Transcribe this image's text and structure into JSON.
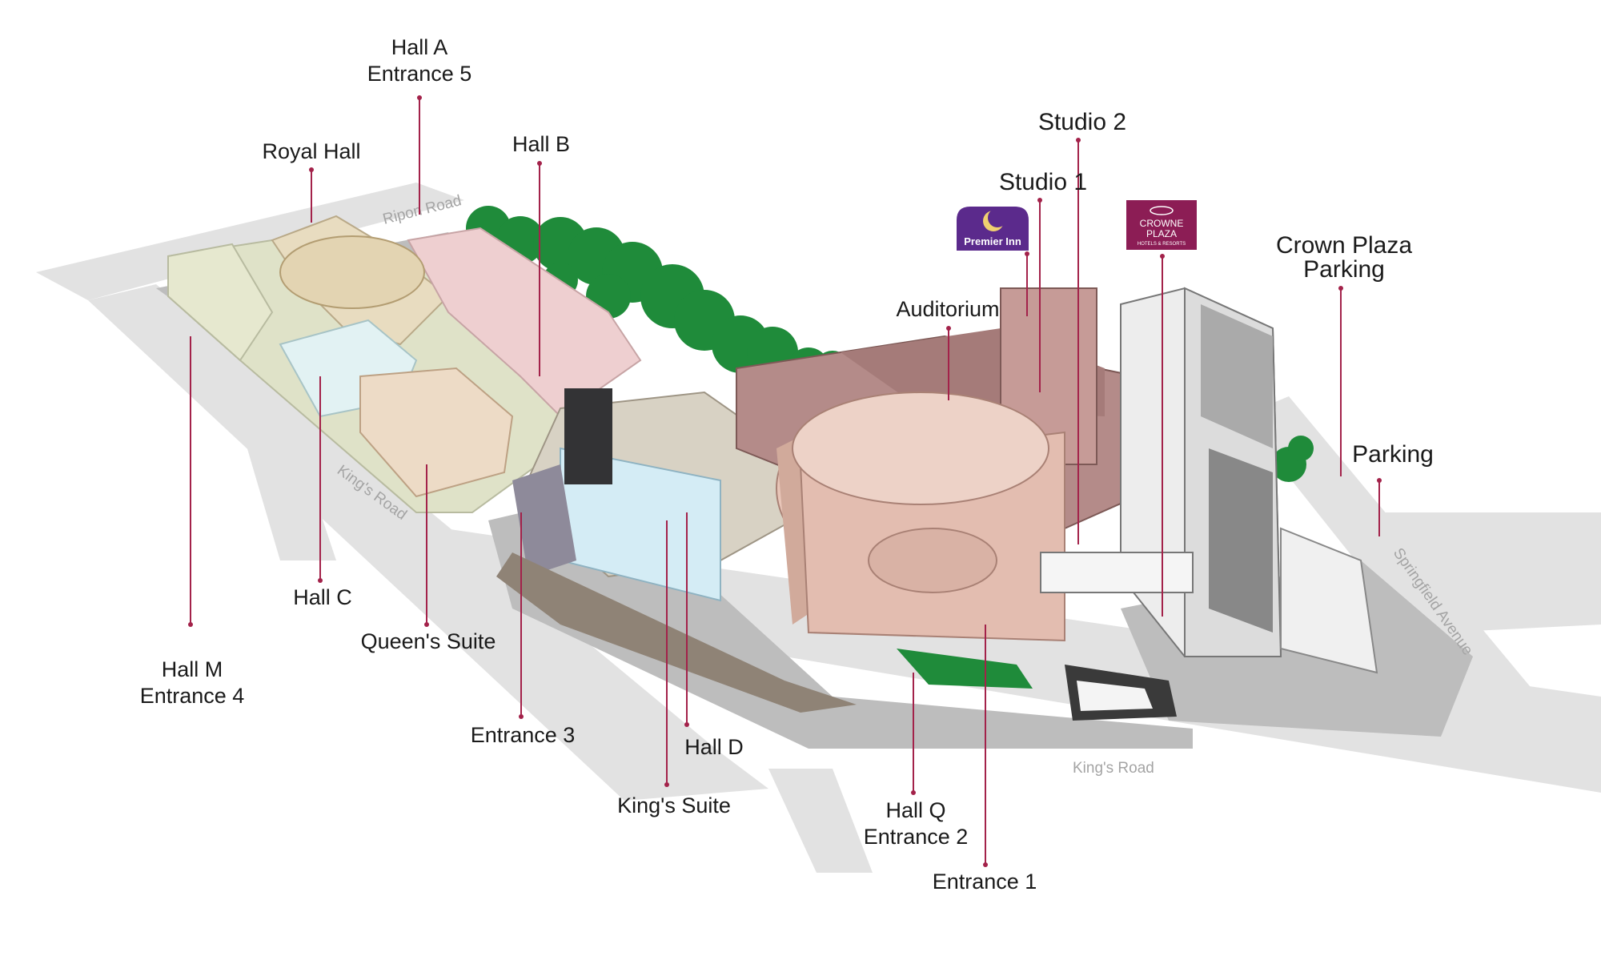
{
  "colors": {
    "leader": "#a3224a",
    "road": "#dedede",
    "trees": "#1f8b3a",
    "premier": "#5b2a8c",
    "crowne": "#8c1d55"
  },
  "roads": {
    "ripon": "Ripon Road",
    "kings_west": "King's Road",
    "kings_south": "King's Road",
    "springfield": "Springfield Avenue"
  },
  "logos": {
    "premier_inn": "Premier Inn",
    "crowne_line1": "CROWNE",
    "crowne_line2": "PLAZA",
    "crowne_line3": "HOTELS & RESORTS"
  },
  "labels": {
    "hall_a": {
      "line1": "Hall A",
      "line2": "Entrance 5"
    },
    "royal_hall": "Royal Hall",
    "hall_b": "Hall B",
    "studio_2": "Studio 2",
    "studio_1": "Studio 1",
    "crown_plaza_parking": {
      "line1": "Crown Plaza",
      "line2": "Parking"
    },
    "auditorium": "Auditorium",
    "parking": "Parking",
    "hall_c": "Hall C",
    "queens_suite": "Queen's Suite",
    "hall_m": {
      "line1": "Hall M",
      "line2": "Entrance 4"
    },
    "entrance_3": "Entrance 3",
    "hall_d": "Hall D",
    "kings_suite": "King's Suite",
    "hall_q": {
      "line1": "Hall Q",
      "line2": "Entrance 2"
    },
    "entrance_1": "Entrance 1"
  }
}
